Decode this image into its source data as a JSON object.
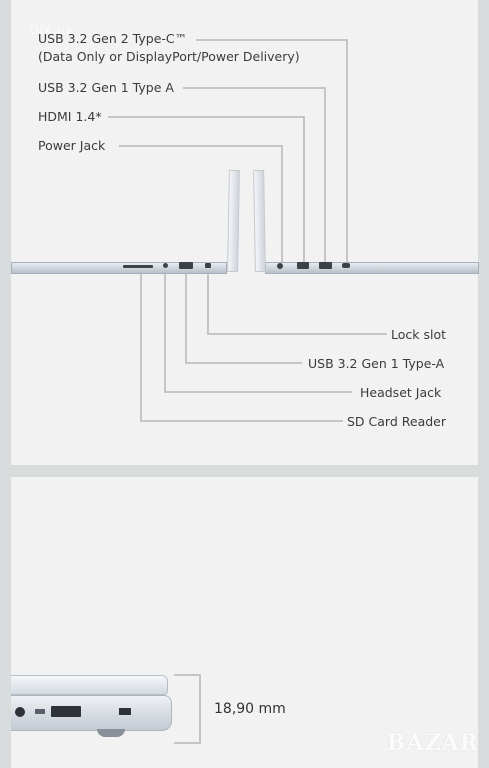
{
  "top_panel": {
    "overlay_text": "Olx.ua",
    "labels": {
      "usb_c_line1": "USB 3.2 Gen 2 Type-C™",
      "usb_c_line2": "(Data Only or DisplayPort/Power Delivery)",
      "usb_a_gen1": "USB 3.2 Gen 1 Type A",
      "hdmi": "HDMI 1.4*",
      "power_jack": "Power Jack",
      "lock_slot": "Lock slot",
      "usb_a_right": "USB 3.2 Gen 1 Type-A",
      "headset_jack": "Headset Jack",
      "sd_card_reader": "SD Card Reader"
    }
  },
  "bottom_panel": {
    "thickness": "18,90 mm"
  },
  "watermark": "BAZAR"
}
